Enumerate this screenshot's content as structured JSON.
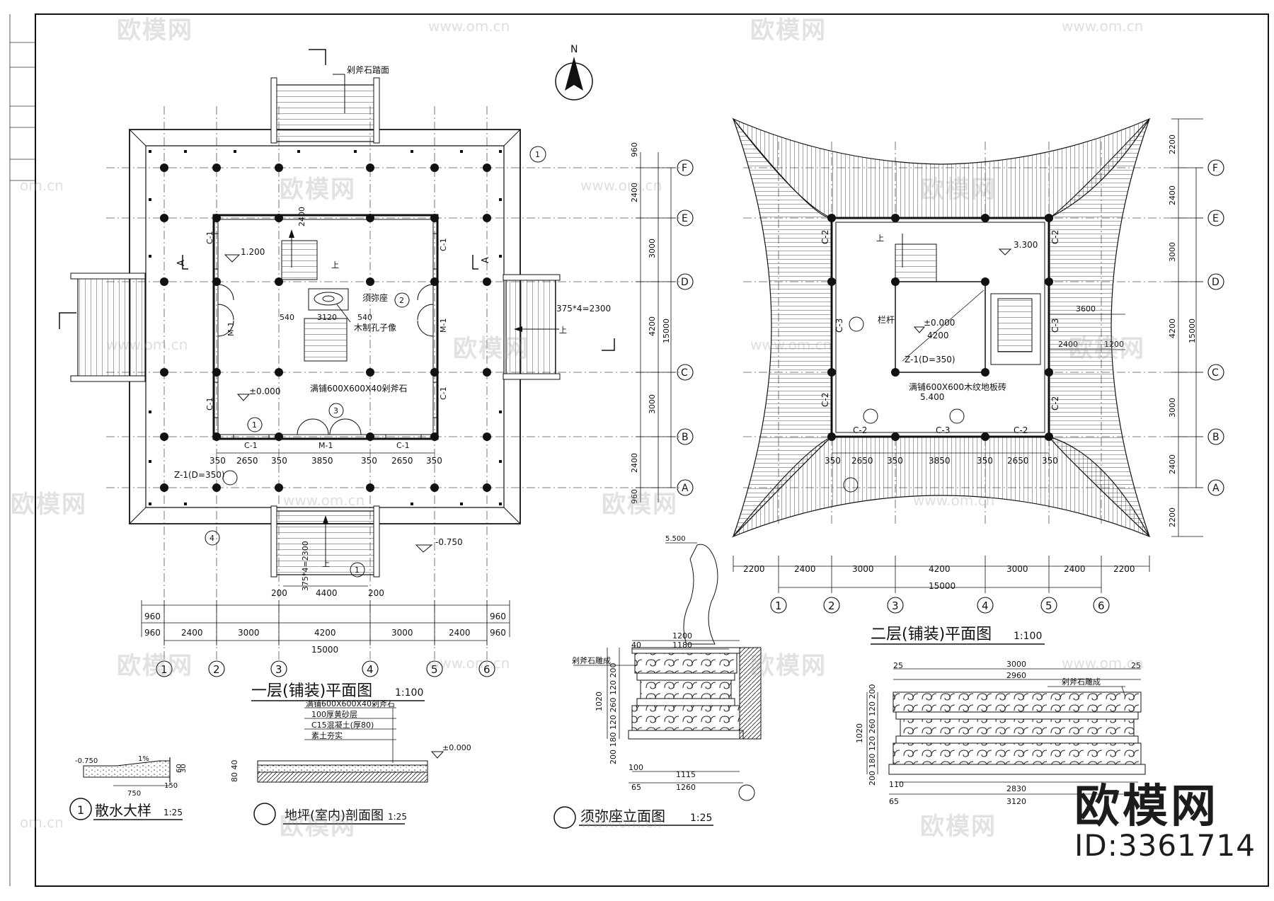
{
  "watermark": {
    "brand": "欧模网",
    "url": "www.om.cn",
    "domain": "om.cn"
  },
  "brand": {
    "name": "欧模网",
    "id": "ID:3361714"
  },
  "north": {
    "label": "N"
  },
  "plan1": {
    "title": "一层(铺装)平面图",
    "scale": "1:100",
    "labels": {
      "stair_top": "剁斧石踏面",
      "floor_paving": "满铺600X600X40剁斧石",
      "elev_000": "±0.000",
      "elev_1200": "1.200",
      "elev_neg750": "-0.750",
      "buddha_seat": "须弥座",
      "statue": "木制孔子像",
      "pillar": "Z-1(D=350)",
      "stair_spec": "375*4=2300",
      "stair_spec2": "375*4=2300",
      "up": "上",
      "window": "C-1",
      "door": "M-1",
      "section": "A"
    },
    "dims_inner": [
      "350",
      "2650",
      "350",
      "3850",
      "350",
      "2650",
      "350"
    ],
    "dims_bottom1": [
      "960",
      "2400",
      "3000",
      "4200",
      "3000",
      "2400",
      "960"
    ],
    "dims_total": "15000",
    "dims_stair": [
      "200",
      "4400",
      "200"
    ],
    "dims_stair_seat": [
      "540",
      "3120",
      "540"
    ],
    "dims_side": [
      "960",
      "2400",
      "3000",
      "4200",
      "3000",
      "2400",
      "960"
    ],
    "axes_x": [
      "1",
      "2",
      "3",
      "4",
      "5",
      "6"
    ],
    "axes_y": [
      "F",
      "E",
      "D",
      "C",
      "B",
      "A"
    ],
    "callouts": [
      "1",
      "2",
      "3",
      "4"
    ]
  },
  "plan2": {
    "title": "二层(铺装)平面图",
    "scale": "1:100",
    "labels": {
      "railing": "栏杆",
      "elev_000": "±0.000",
      "elev_4200": "4200",
      "elev_3300": "3.300",
      "elev_5400": "5.400",
      "pillar": "Z-1(D=350)",
      "floor_paving": "满铺600X600木纹地板砖",
      "window2": "C-2",
      "window3": "C-3",
      "up": "上"
    },
    "dims_top": [
      "2200",
      "2400",
      "3000",
      "4200",
      "3000",
      "2400",
      "2200"
    ],
    "dims_inner": [
      "350",
      "2650",
      "350",
      "3850",
      "350",
      "2650",
      "350"
    ],
    "dims_side": [
      "2200",
      "2400",
      "3000",
      "4200",
      "3000",
      "2400",
      "2200"
    ],
    "dims_total": "15000",
    "dims_3600": "3600",
    "dims_2400": "2400",
    "dims_1200": "1200",
    "axes_x": [
      "1",
      "2",
      "3",
      "4",
      "5",
      "6"
    ],
    "axes_y": [
      "F",
      "E",
      "D",
      "C",
      "B",
      "A"
    ]
  },
  "detail1": {
    "title": "散水大样",
    "scale": "1:25",
    "num": "1",
    "labels": {
      "elev": "-0.750",
      "slope": "1%",
      "width": "750",
      "gap": "150",
      "h1": "60",
      "h2": "30"
    }
  },
  "detail2": {
    "title": "地坪(室内)剖面图",
    "scale": "1:25",
    "labels": {
      "layer1": "满铺600X600X40剁斧石",
      "layer2": "100厚黄砂层",
      "layer3": "C15混凝土(厚80)",
      "layer4": "素土夯实",
      "elev": "±0.000",
      "dims": "80 40"
    }
  },
  "detail3": {
    "title": "须弥座立面图",
    "scale": "1:25",
    "labels": {
      "elev": "5.500",
      "note": "剁斧石雕成",
      "w1": "1200",
      "w2": "1180",
      "w3": "1115",
      "w4": "1260",
      "d40": "40",
      "h": "1020",
      "hs": "200 180 120 260 120 200",
      "d100": "100",
      "d65": "65"
    }
  },
  "detail4": {
    "labels": {
      "w1": "3000",
      "w2": "2960",
      "w3": "2830",
      "w4": "3120",
      "d25a": "25",
      "d25b": "25",
      "note": "剁斧石雕成",
      "h": "1020",
      "hs": "200 180 120 260 120 200",
      "d110": "110",
      "d65": "65"
    }
  }
}
